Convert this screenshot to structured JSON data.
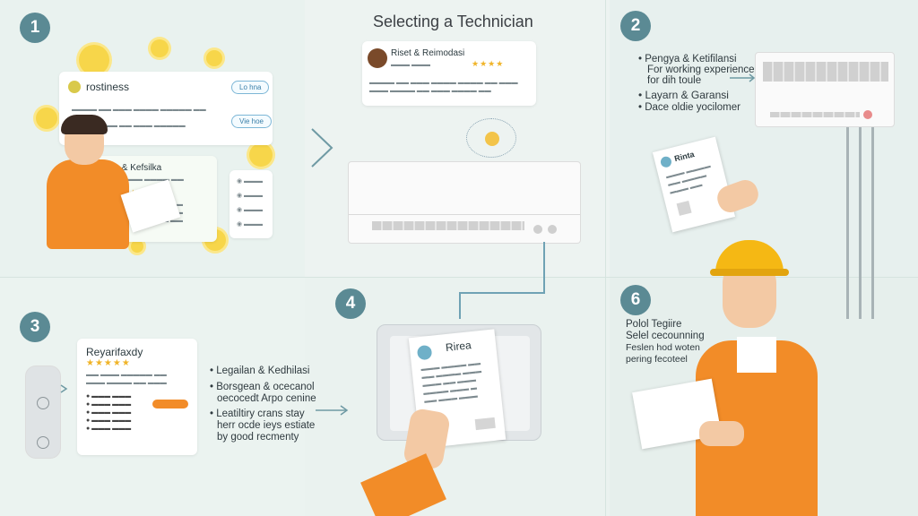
{
  "header": {
    "title": "Selecting a Technician"
  },
  "steps": {
    "s1": "1",
    "s2": "2",
    "s3": "3",
    "s4": "4",
    "s6": "6"
  },
  "panel1": {
    "search_card_title": "rostiness",
    "search_button": "Lo hna",
    "second_button": "Vie hoe",
    "profile_card_title": "Ristia & Kefsilka"
  },
  "review_card": {
    "name": "Riset & Reimodasi"
  },
  "panel2": {
    "bullet1_title": "Pengya & Ketifilansi",
    "bullet1_sub1": "For working experience",
    "bullet1_sub2": "for dih toule",
    "bullet2_title": "Layarn & Garansi",
    "bullet2_sub": "Dace oldie yocilomer",
    "doc_title": "Rinta"
  },
  "panel3": {
    "card_title": "Reyarifaxdy",
    "bullet1": "Legailan & Kedhilasi",
    "bullet2_l1": "Borsgean & ocecanol",
    "bullet2_l2": "oecocedt Arpo cenine",
    "bullet3_l1": "Leatiltiry crans stay",
    "bullet3_l2": "herr ocde ieys estiate",
    "bullet3_l3": "by good recmenty"
  },
  "panel4": {
    "doc_title": "Rirea"
  },
  "panel6": {
    "line1": "Polol Tegiire",
    "line2": "Selel cecounning",
    "line3": "Feslen hod woten",
    "line4": "pering fecoteel"
  },
  "colors": {
    "badge": "#5b8a94",
    "accent": "#f0b429",
    "vest": "#f28c28",
    "helmet": "#f5b814"
  }
}
